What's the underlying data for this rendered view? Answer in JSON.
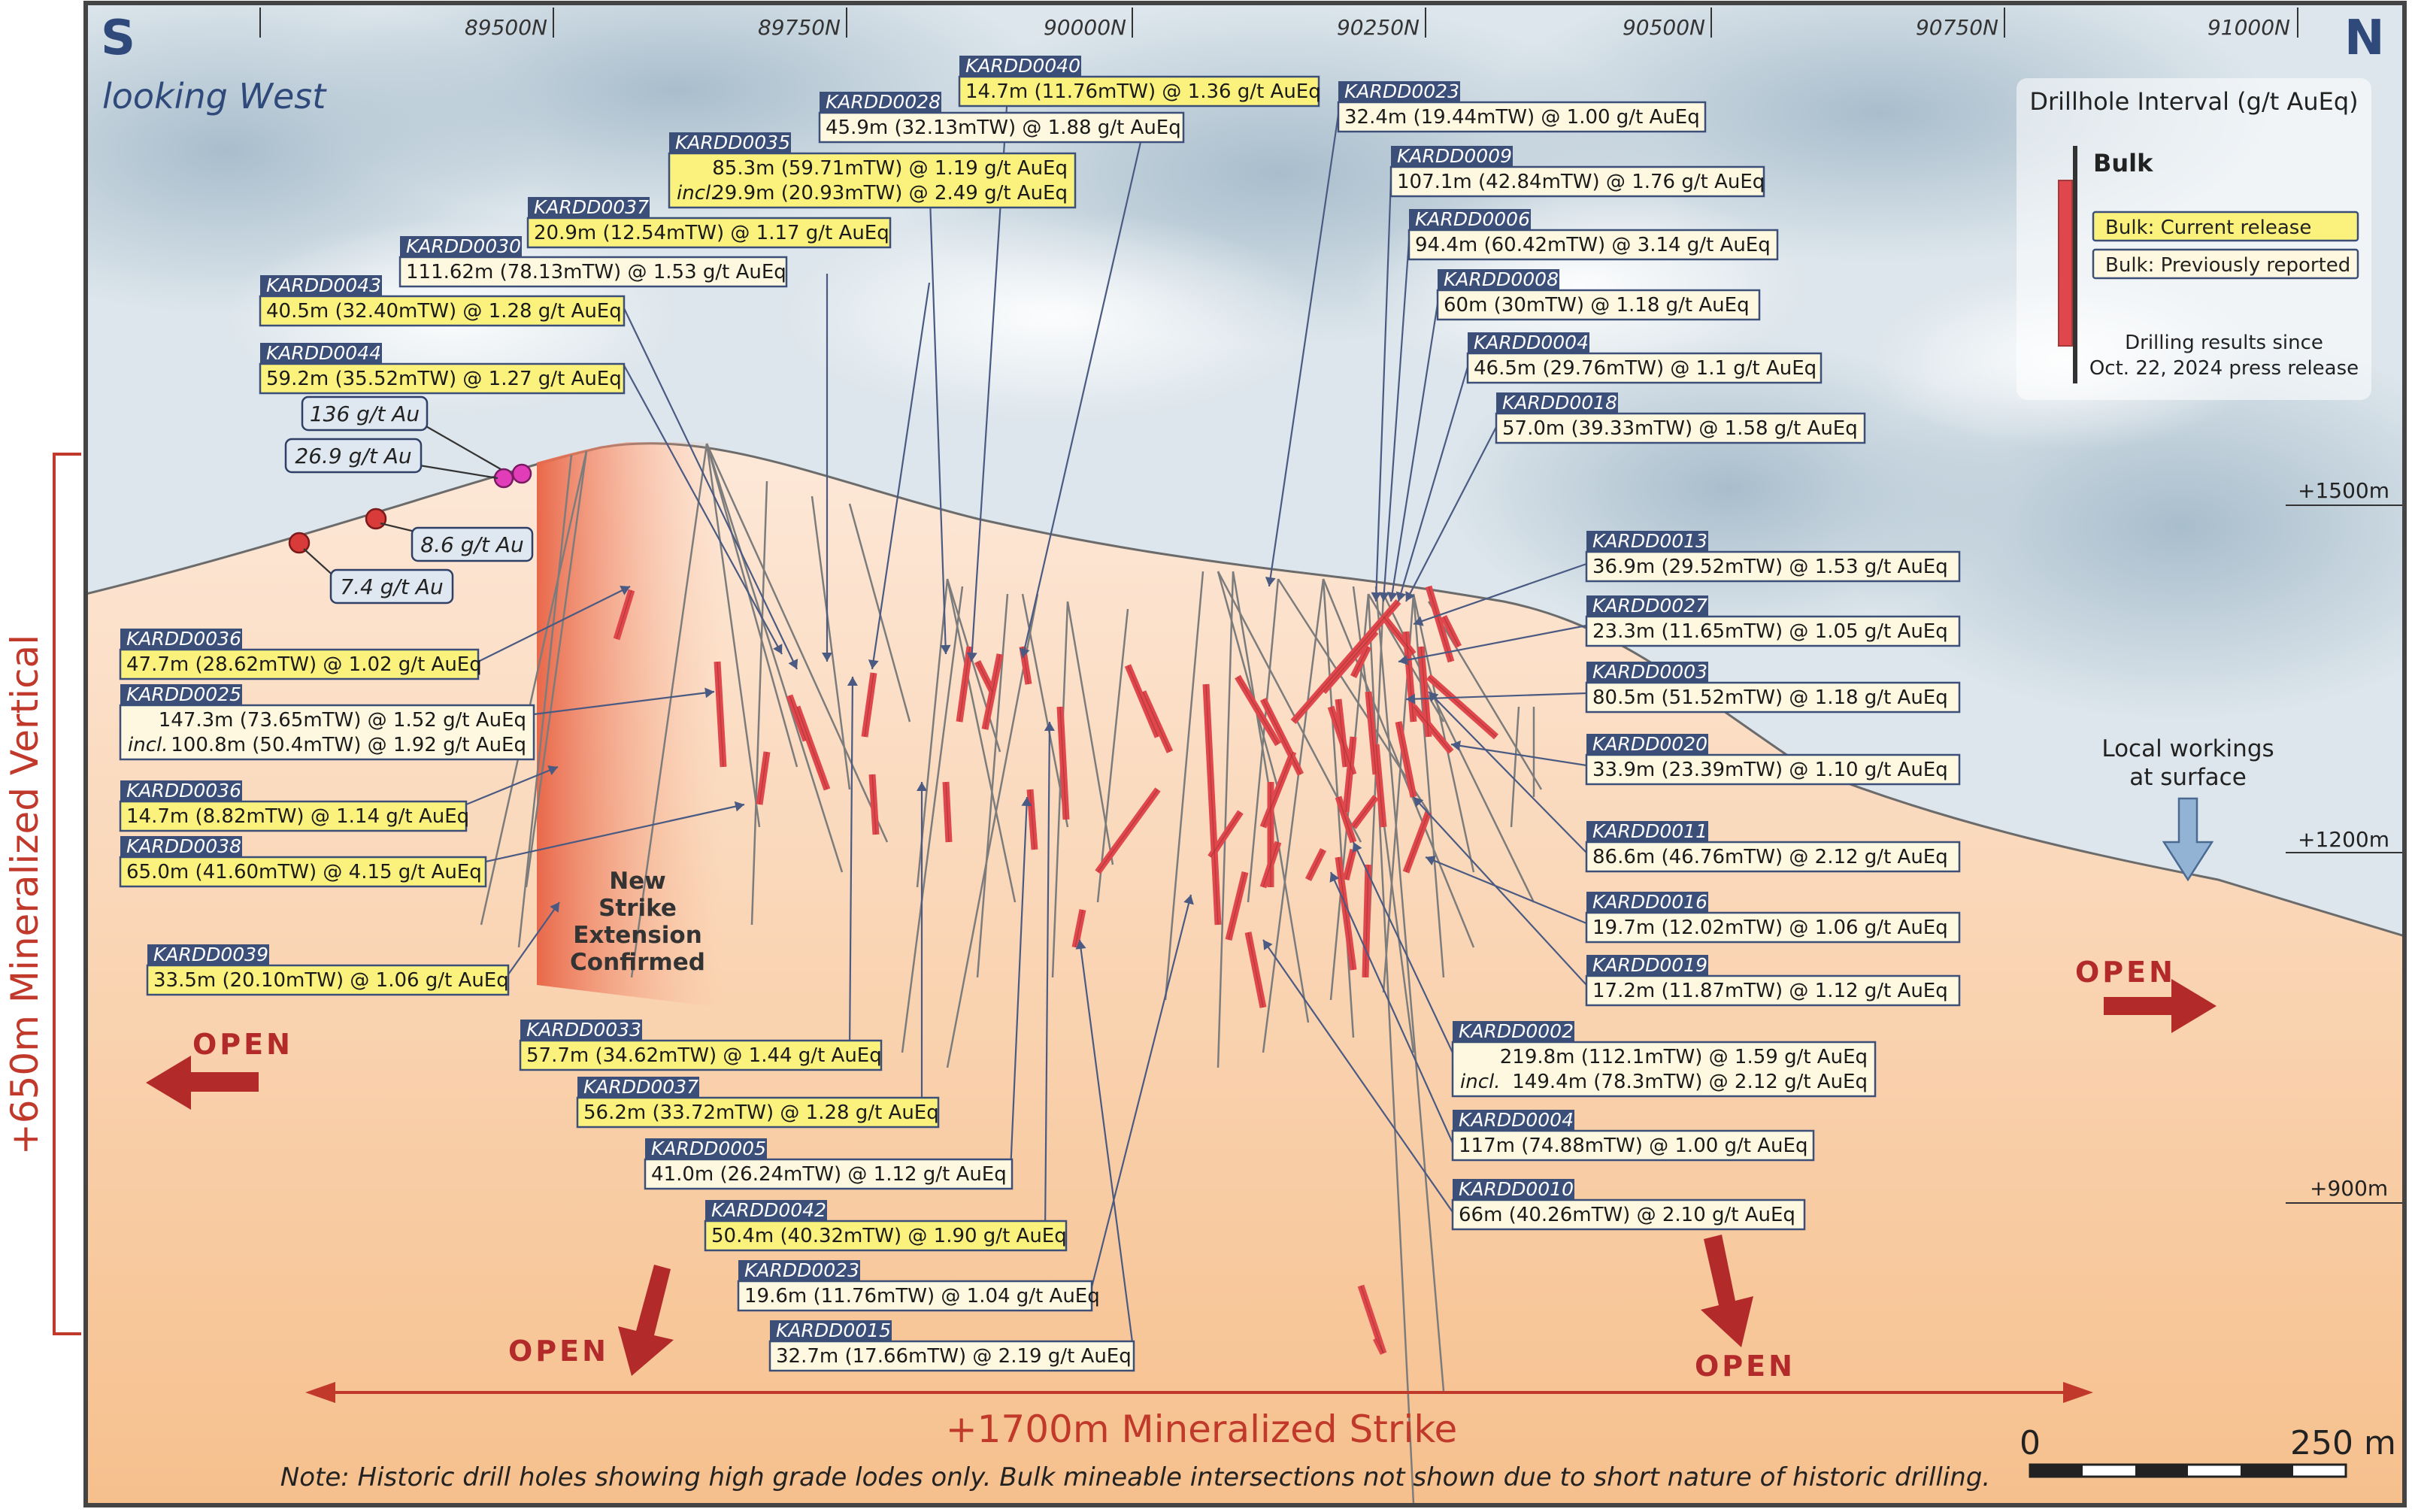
{
  "corner_labels": {
    "south": "S",
    "north": "N",
    "view": "looking West"
  },
  "northing_ticks": [
    "89500N",
    "89750N",
    "90000N",
    "90250N",
    "90500N",
    "90750N",
    "91000N"
  ],
  "elevation_labels": [
    "+1500m",
    "+1200m",
    "+900m"
  ],
  "vertical_label": "+650m Mineralized Vertical",
  "strike_label": "+1700m Mineralized Strike",
  "open_label": "OPEN",
  "new_strike_text": [
    "New",
    "Strike",
    "Extension",
    "Confirmed"
  ],
  "local_workings": [
    "Local workings",
    "at surface"
  ],
  "surface_grades": [
    "136 g/t Au",
    "26.9 g/t Au",
    "8.6 g/t Au",
    "7.4 g/t Au"
  ],
  "note": "Note: Historic drill holes showing high grade lodes only. Bulk mineable intersections not shown due to short nature of historic drilling.",
  "scale_bar": {
    "start": "0",
    "end": "250 m"
  },
  "legend": {
    "title": "Drillhole Interval (g/t AuEq)",
    "bulk_heading": "Bulk",
    "current": "Bulk: Current release",
    "previous": "Bulk: Previously reported",
    "footnote": [
      "Drilling results since",
      "Oct. 22, 2024 press release"
    ]
  },
  "colors": {
    "current_release": "#fbf27d",
    "previously_reported": "#fdf8df",
    "id_tag": "#3c4f78",
    "interval": "#e0474c",
    "accent_red": "#b22a2a"
  },
  "intercepts": [
    {
      "id": "KARDD0040",
      "lines": [
        "14.7m (11.76mTW) @ 1.36 g/t AuEq"
      ],
      "status": "current"
    },
    {
      "id": "KARDD0028",
      "lines": [
        "45.9m (32.13mTW) @ 1.88 g/t AuEq"
      ],
      "status": "previous"
    },
    {
      "id": "KARDD0035",
      "lines": [
        "85.3m (59.71mTW) @ 1.19 g/t AuEq",
        "29.9m (20.93mTW) @ 2.49 g/t AuEq"
      ],
      "status": "current"
    },
    {
      "id": "KARDD0037",
      "lines": [
        "20.9m (12.54mTW) @ 1.17 g/t AuEq"
      ],
      "status": "current"
    },
    {
      "id": "KARDD0030",
      "lines": [
        "111.62m (78.13mTW) @ 1.53 g/t AuEq"
      ],
      "status": "previous"
    },
    {
      "id": "KARDD0043",
      "lines": [
        "40.5m (32.40mTW) @ 1.28 g/t AuEq"
      ],
      "status": "current"
    },
    {
      "id": "KARDD0044",
      "lines": [
        "59.2m (35.52mTW) @ 1.27 g/t AuEq"
      ],
      "status": "current"
    },
    {
      "id": "KARDD0023",
      "lines": [
        "32.4m (19.44mTW) @ 1.00 g/t AuEq"
      ],
      "status": "previous"
    },
    {
      "id": "KARDD0009",
      "lines": [
        "107.1m (42.84mTW) @ 1.76 g/t AuEq"
      ],
      "status": "previous"
    },
    {
      "id": "KARDD0006",
      "lines": [
        "94.4m (60.42mTW) @ 3.14 g/t AuEq"
      ],
      "status": "previous"
    },
    {
      "id": "KARDD0008",
      "lines": [
        "60m (30mTW) @ 1.18 g/t AuEq"
      ],
      "status": "previous"
    },
    {
      "id": "KARDD0004",
      "lines": [
        "46.5m (29.76mTW) @ 1.1 g/t AuEq"
      ],
      "status": "previous"
    },
    {
      "id": "KARDD0018",
      "lines": [
        "57.0m (39.33mTW) @ 1.58 g/t AuEq"
      ],
      "status": "previous"
    },
    {
      "id": "KARDD0013",
      "lines": [
        "36.9m (29.52mTW) @ 1.53 g/t AuEq"
      ],
      "status": "previous"
    },
    {
      "id": "KARDD0027",
      "lines": [
        "23.3m (11.65mTW) @ 1.05 g/t AuEq"
      ],
      "status": "previous"
    },
    {
      "id": "KARDD0003",
      "lines": [
        "80.5m (51.52mTW) @ 1.18 g/t AuEq"
      ],
      "status": "previous"
    },
    {
      "id": "KARDD0020",
      "lines": [
        "33.9m (23.39mTW) @ 1.10 g/t AuEq"
      ],
      "status": "previous"
    },
    {
      "id": "KARDD0011",
      "lines": [
        "86.6m (46.76mTW) @ 2.12 g/t AuEq"
      ],
      "status": "previous"
    },
    {
      "id": "KARDD0016",
      "lines": [
        "19.7m (12.02mTW) @ 1.06 g/t AuEq"
      ],
      "status": "previous"
    },
    {
      "id": "KARDD0019",
      "lines": [
        "17.2m (11.87mTW) @ 1.12 g/t AuEq"
      ],
      "status": "previous"
    },
    {
      "id": "KARDD0002",
      "lines": [
        "219.8m (112.1mTW) @ 1.59 g/t AuEq",
        "149.4m (78.3mTW) @ 2.12 g/t AuEq"
      ],
      "status": "previous"
    },
    {
      "id": "KARDD0004",
      "lines": [
        "117m (74.88mTW) @ 1.00 g/t AuEq"
      ],
      "status": "previous"
    },
    {
      "id": "KARDD0010",
      "lines": [
        "66m (40.26mTW) @ 2.10 g/t AuEq"
      ],
      "status": "previous"
    },
    {
      "id": "KARDD0036",
      "lines": [
        "47.7m (28.62mTW) @ 1.02 g/t AuEq"
      ],
      "status": "current"
    },
    {
      "id": "KARDD0025",
      "lines": [
        "147.3m (73.65mTW) @ 1.52 g/t AuEq",
        "100.8m (50.4mTW) @ 1.92 g/t AuEq"
      ],
      "status": "previous"
    },
    {
      "id": "KARDD0036",
      "lines": [
        "14.7m (8.82mTW) @ 1.14 g/t AuEq"
      ],
      "status": "current"
    },
    {
      "id": "KARDD0038",
      "lines": [
        "65.0m (41.60mTW) @ 4.15 g/t AuEq"
      ],
      "status": "current"
    },
    {
      "id": "KARDD0039",
      "lines": [
        "33.5m (20.10mTW) @ 1.06 g/t AuEq"
      ],
      "status": "current"
    },
    {
      "id": "KARDD0033",
      "lines": [
        "57.7m (34.62mTW) @ 1.44 g/t AuEq"
      ],
      "status": "current"
    },
    {
      "id": "KARDD0037",
      "lines": [
        "56.2m (33.72mTW) @ 1.28 g/t AuEq"
      ],
      "status": "current"
    },
    {
      "id": "KARDD0005",
      "lines": [
        "41.0m (26.24mTW) @ 1.12 g/t AuEq"
      ],
      "status": "previous"
    },
    {
      "id": "KARDD0042",
      "lines": [
        "50.4m (40.32mTW) @ 1.90 g/t AuEq"
      ],
      "status": "current"
    },
    {
      "id": "KARDD0023",
      "lines": [
        "19.6m (11.76mTW) @ 1.04 g/t AuEq"
      ],
      "status": "previous"
    },
    {
      "id": "KARDD0015",
      "lines": [
        "32.7m (17.66mTW) @ 2.19 g/t AuEq"
      ],
      "status": "previous"
    }
  ],
  "incl_prefix": "incl."
}
